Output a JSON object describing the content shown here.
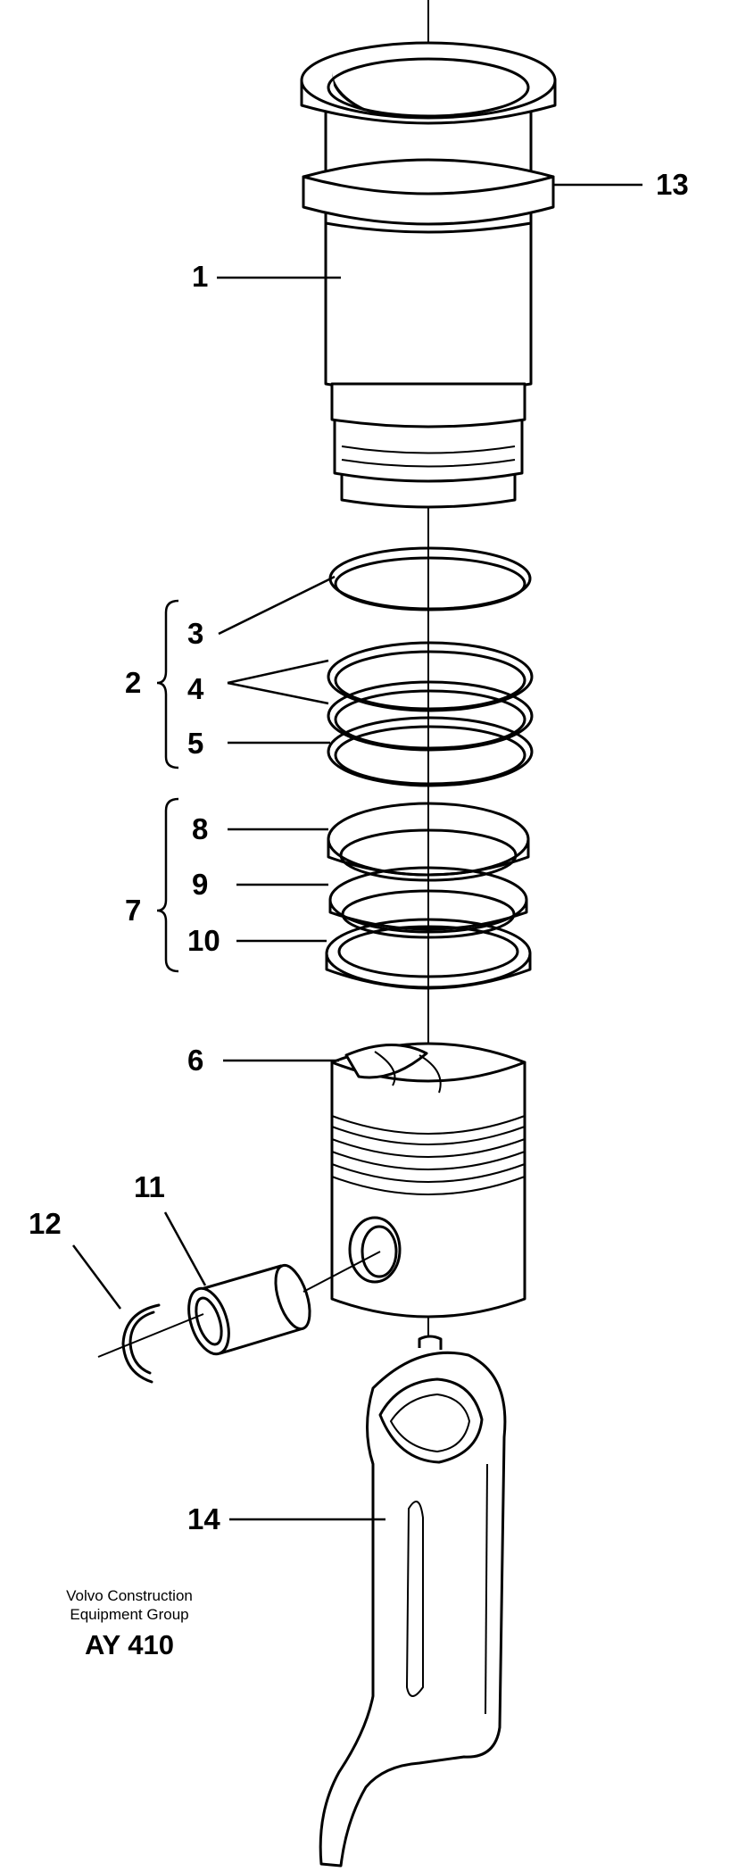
{
  "diagram": {
    "callouts": {
      "c1": "1",
      "c2": "2",
      "c3": "3",
      "c4": "4",
      "c5": "5",
      "c6": "6",
      "c7": "7",
      "c8": "8",
      "c9": "9",
      "c10": "10",
      "c11": "11",
      "c12": "12",
      "c13": "13",
      "c14": "14"
    },
    "footer": {
      "company_line1": "Volvo Construction",
      "company_line2": "Equipment Group",
      "code": "AY 410"
    }
  }
}
